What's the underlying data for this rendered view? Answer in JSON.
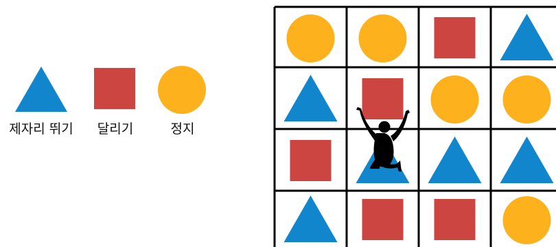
{
  "legend": [
    {
      "shape": "triangle",
      "color": "#1286CC",
      "label": "제자리 뛰기"
    },
    {
      "shape": "square",
      "color": "#CC4540",
      "label": "달리기"
    },
    {
      "shape": "circle",
      "color": "#FDB11D",
      "label": "정지"
    }
  ],
  "grid": {
    "rows": 4,
    "cols": 4,
    "cells": [
      [
        "circle",
        "circle",
        "square",
        "triangle"
      ],
      [
        "triangle",
        "square",
        "circle",
        "circle"
      ],
      [
        "square",
        "triangle",
        "triangle",
        "triangle"
      ],
      [
        "triangle",
        "square",
        "square",
        "circle"
      ]
    ],
    "player": {
      "row": 2,
      "col": 1
    }
  },
  "colors": {
    "triangle": "#1286CC",
    "square": "#CC4540",
    "circle": "#FDB11D",
    "grid_line": "#000000",
    "player": "#000000"
  }
}
